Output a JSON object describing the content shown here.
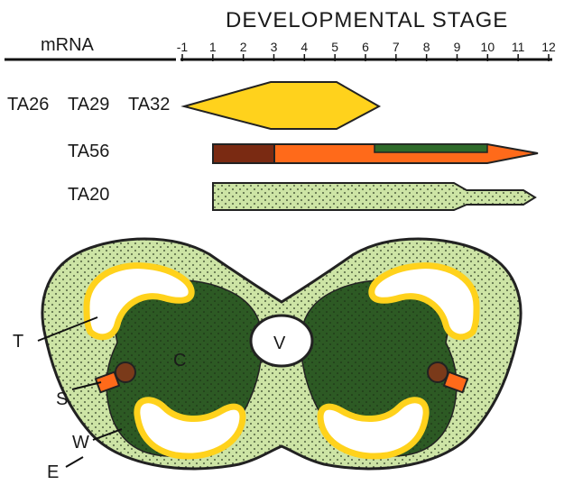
{
  "header": {
    "stage_title": "DEVELOPMENTAL STAGE",
    "mrna_title": "mRNA"
  },
  "stage_ticks": [
    "-1",
    "1",
    "2",
    "3",
    "4",
    "5",
    "6",
    "7",
    "8",
    "9",
    "10",
    "11",
    "12"
  ],
  "rows": [
    {
      "genes": [
        "TA26",
        "TA29",
        "TA32"
      ],
      "start_stage": -1,
      "peak_stages": [
        3,
        5
      ],
      "end_stage": 6.5,
      "color": "#ffd21c"
    },
    {
      "genes": [
        "TA56"
      ],
      "start_stage": 1,
      "end_stage": 11.5,
      "segments": [
        {
          "from": 1,
          "to": 3,
          "color": "#7a2a12"
        },
        {
          "from": 3,
          "to": 11.5,
          "color": "#ff6a1a"
        },
        {
          "from": 6.5,
          "to": 10,
          "color": "#2f6b2a"
        }
      ]
    },
    {
      "genes": [
        "TA20"
      ],
      "start_stage": 1,
      "end_stage": 11.5,
      "narrows_at_stage": 9.5,
      "color": "#cde4a5"
    }
  ],
  "anther_diagram": {
    "labels": {
      "T": "T",
      "S": "S",
      "W": "W",
      "E": "E",
      "C": "C",
      "V": "V"
    },
    "colors": {
      "outer_tissue": "#cde4a5",
      "connective": "#2d5a24",
      "tapetum": "#ffd21c",
      "stomium": "#ff6a1a",
      "vascular": "#7a3a1a",
      "locule": "#ffffff"
    }
  }
}
